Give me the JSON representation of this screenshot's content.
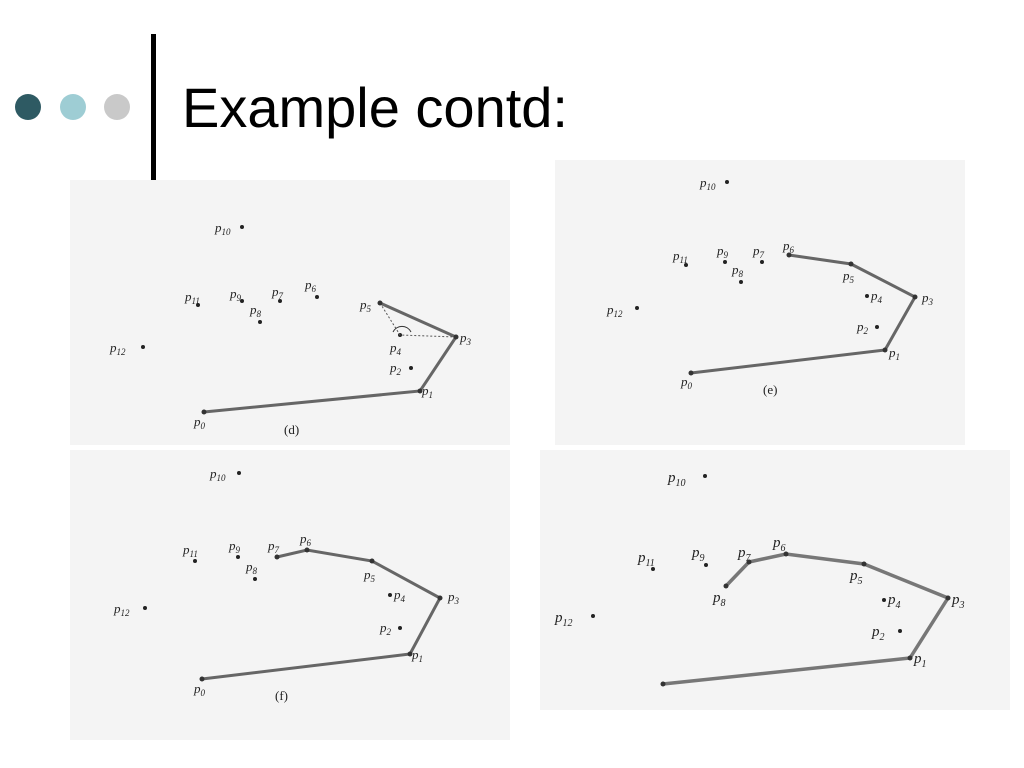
{
  "slide": {
    "title": "Example contd:",
    "bullet_dots": [
      {
        "name": "dark-teal",
        "color": "#2e5a63"
      },
      {
        "name": "light-teal",
        "color": "#9ecdd4"
      },
      {
        "name": "light-grey",
        "color": "#c9c9c9"
      }
    ],
    "accent_line_color": "#000000"
  },
  "figures": [
    {
      "id": "d",
      "caption": "(d)",
      "points": [
        {
          "label": "p",
          "sub": "0"
        },
        {
          "label": "p",
          "sub": "1"
        },
        {
          "label": "p",
          "sub": "2"
        },
        {
          "label": "p",
          "sub": "3"
        },
        {
          "label": "p",
          "sub": "4"
        },
        {
          "label": "p",
          "sub": "5"
        },
        {
          "label": "p",
          "sub": "6"
        },
        {
          "label": "p",
          "sub": "7"
        },
        {
          "label": "p",
          "sub": "8"
        },
        {
          "label": "p",
          "sub": "9"
        },
        {
          "label": "p",
          "sub": "10"
        },
        {
          "label": "p",
          "sub": "11"
        },
        {
          "label": "p",
          "sub": "12"
        }
      ],
      "hull_path": [
        "p0",
        "p1",
        "p3",
        "p5"
      ],
      "dashed_test": [
        "p5",
        "p4",
        "p3"
      ]
    },
    {
      "id": "e",
      "caption": "(e)",
      "hull_path": [
        "p0",
        "p1",
        "p3",
        "p5",
        "p6"
      ]
    },
    {
      "id": "f",
      "caption": "(f)",
      "hull_path": [
        "p0",
        "p1",
        "p3",
        "p5",
        "p6",
        "p7"
      ]
    },
    {
      "id": "g",
      "caption": "",
      "hull_path": [
        "p0",
        "p1",
        "p3",
        "p5",
        "p6",
        "p7",
        "p8"
      ]
    }
  ]
}
